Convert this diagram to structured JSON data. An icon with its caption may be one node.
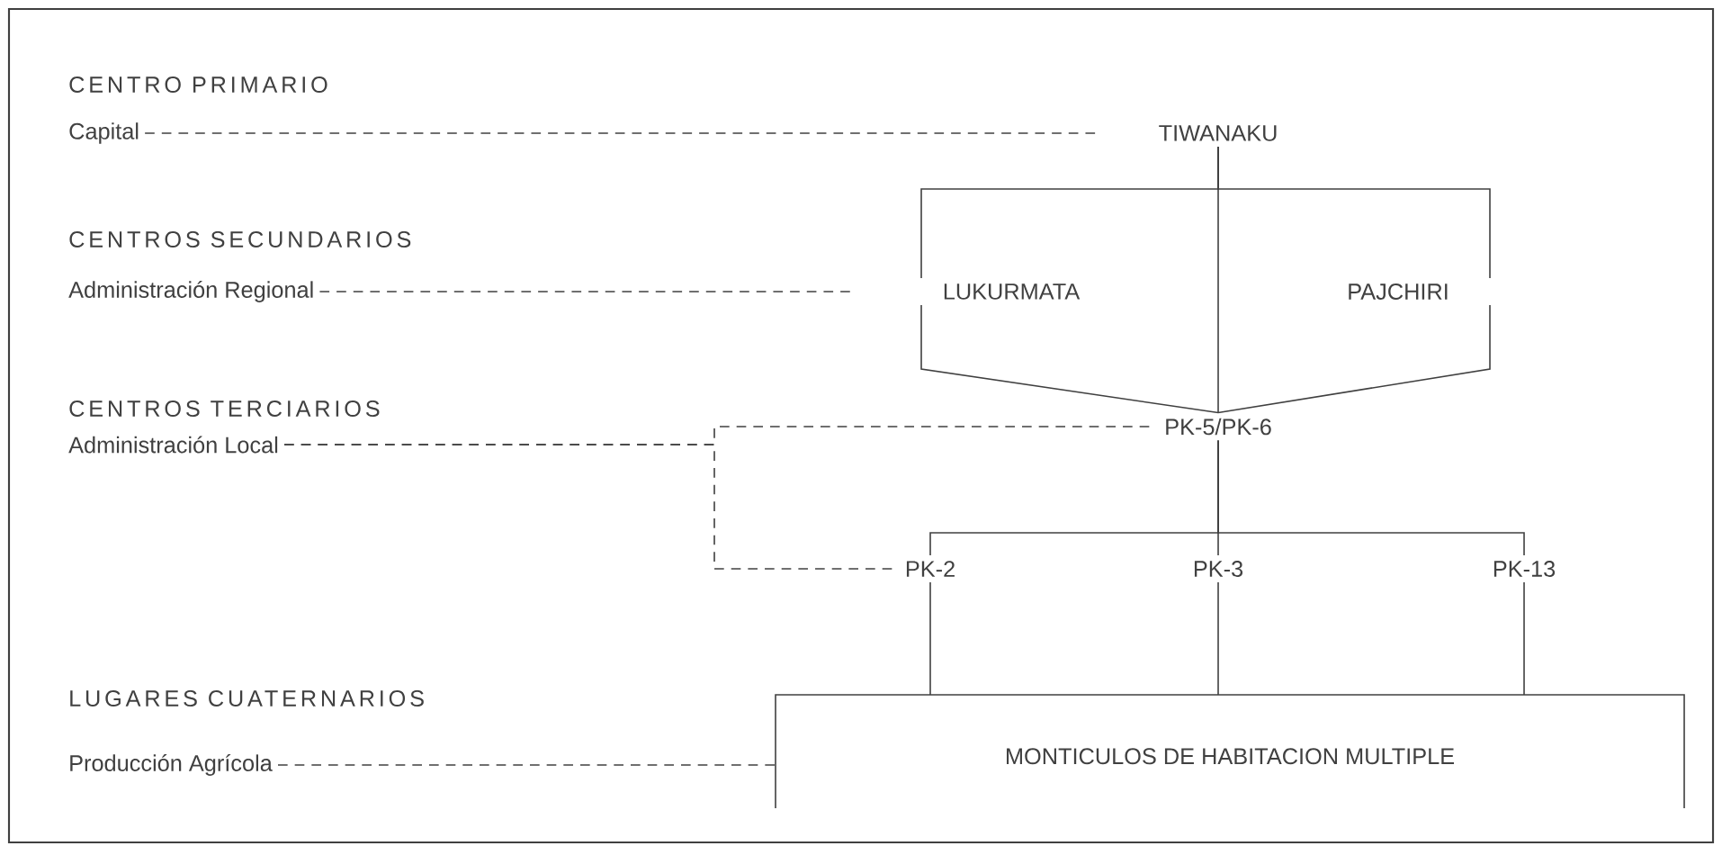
{
  "diagram": {
    "nodes": [
      {
        "text": [
          "Capital"
        ]
      },
      {
        "text": [
          "TIWANAKU"
        ]
      },
      {
        "text": [
          "Administración Regional"
        ]
      },
      {
        "text": [
          "LUKURMATA"
        ]
      },
      {
        "text": [
          "PAJCHIRI"
        ]
      },
      {
        "text": [
          "Administración Local"
        ]
      },
      {
        "text": [
          "PK-5/PK-6"
        ]
      },
      {
        "text": [
          "PK-2"
        ]
      },
      {
        "text": [
          "PK-3"
        ]
      },
      {
        "text": [
          "PK-13"
        ]
      },
      {
        "text": [
          "Producción Agrícola"
        ]
      },
      {
        "text": [
          "MONTICULOS DE HABITACION MULTIPLE"
        ]
      }
    ],
    "edges": [
      {
        "from": 0,
        "to": 1,
        "arrow": "none",
        "style": "dashed"
      },
      {
        "from": 1,
        "to": 3,
        "arrow": "none"
      },
      {
        "from": 1,
        "to": 4,
        "arrow": "none"
      },
      {
        "from": 1,
        "to": 6,
        "arrow": "none"
      },
      {
        "from": 2,
        "to": 3,
        "arrow": "none",
        "style": "dashed"
      },
      {
        "from": 3,
        "to": 6,
        "arrow": "none"
      },
      {
        "from": 4,
        "to": 6,
        "arrow": "none"
      },
      {
        "from": 5,
        "to": 6,
        "arrow": "none",
        "style": "dashed"
      },
      {
        "from": 5,
        "to": 7,
        "arrow": "none",
        "style": "dashed"
      },
      {
        "from": 6,
        "to": 7,
        "arrow": "none"
      },
      {
        "from": 6,
        "to": 8,
        "arrow": "none"
      },
      {
        "from": 6,
        "to": 9,
        "arrow": "none"
      },
      {
        "from": 7,
        "to": 11,
        "arrow": "none"
      },
      {
        "from": 8,
        "to": 11,
        "arrow": "none"
      },
      {
        "from": 9,
        "to": 11,
        "arrow": "none"
      },
      {
        "from": 10,
        "to": 11,
        "arrow": "none",
        "style": "dashed"
      }
    ],
    "labels": [
      "CENTRO PRIMARIO",
      "CENTROS SECUNDARIOS",
      "CENTROS TERCIARIOS",
      "LUGARES CUATERNARIOS"
    ]
  }
}
